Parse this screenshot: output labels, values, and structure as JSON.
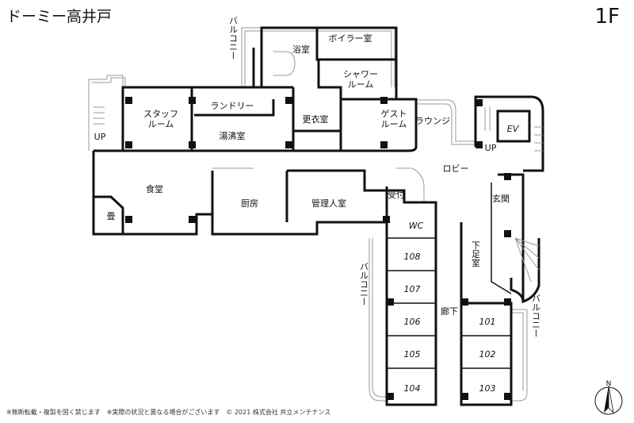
{
  "header": {
    "title": "ドーミー高井戸",
    "floor": "1F"
  },
  "rooms": {
    "bath": "浴室",
    "boiler": "ボイラー室",
    "shower_1": "シャワー",
    "shower_2": "ルーム",
    "staff_1": "スタッフ",
    "staff_2": "ルーム",
    "laundry": "ランドリー",
    "kettle": "湯沸室",
    "changing": "更衣室",
    "guest_1": "ゲスト",
    "guest_2": "ルーム",
    "lounge": "ラウンジ",
    "ev": "EV",
    "up_left": "UP",
    "up_right": "UP",
    "lobby": "ロビー",
    "dining": "食堂",
    "kitchen": "厨房",
    "manager": "管理人室",
    "reception": "受付",
    "tatami": "畳",
    "entrance": "玄関",
    "wc": "WC",
    "shoe_room": "下足室",
    "corridor": "廊下",
    "balcony_top": "バルコニー",
    "balcony_left": "バルコニー",
    "balcony_right": "バルコニー"
  },
  "units": [
    "108",
    "107",
    "106",
    "105",
    "104",
    "101",
    "102",
    "103"
  ],
  "compass": "N",
  "footer": "※無断転載・複製を固く禁じます　※実際の状況と異なる場合がございます　© 2021 株式会社 共立メンテナンス"
}
